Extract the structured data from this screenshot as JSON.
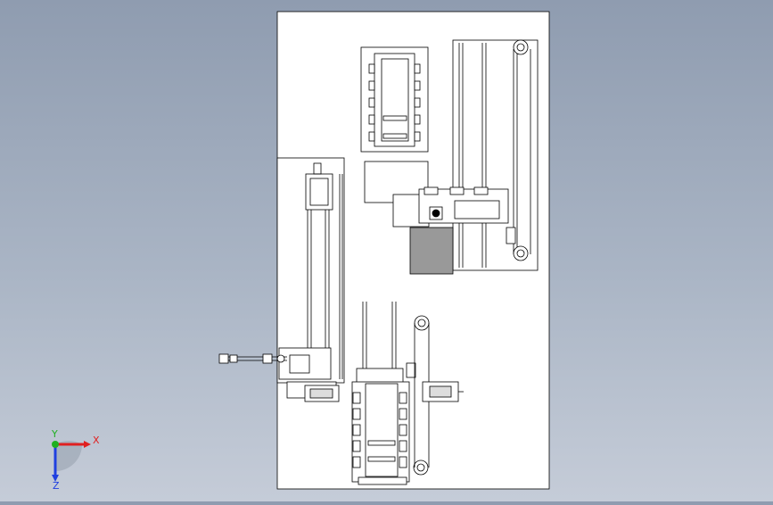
{
  "viewport": {
    "background_top": "#8f9cb0",
    "background_bottom": "#c5ccd8",
    "sheet_color": "#ffffff",
    "line_color": "#000000"
  },
  "triad": {
    "x_label": "X",
    "y_label": "Y",
    "z_label": "Z",
    "x_color": "#e02020",
    "y_color": "#20b020",
    "z_color": "#2040e0"
  }
}
